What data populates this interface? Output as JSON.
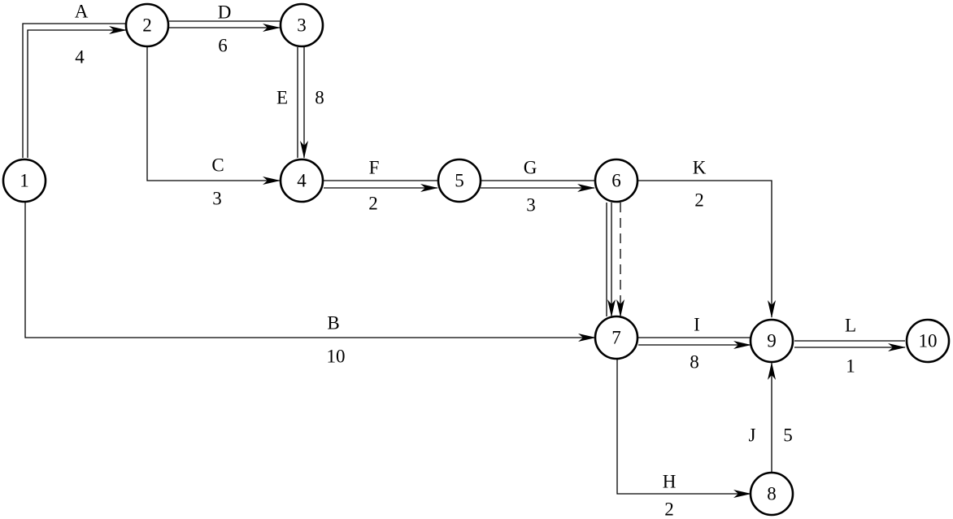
{
  "diagram": {
    "nodes": [
      {
        "id": "1",
        "label": "1"
      },
      {
        "id": "2",
        "label": "2"
      },
      {
        "id": "3",
        "label": "3"
      },
      {
        "id": "4",
        "label": "4"
      },
      {
        "id": "5",
        "label": "5"
      },
      {
        "id": "6",
        "label": "6"
      },
      {
        "id": "7",
        "label": "7"
      },
      {
        "id": "8",
        "label": "8"
      },
      {
        "id": "9",
        "label": "9"
      },
      {
        "id": "10",
        "label": "10"
      }
    ],
    "edges": [
      {
        "id": "A",
        "from": "1",
        "to": "2",
        "activity": "A",
        "duration": "4",
        "critical": true
      },
      {
        "id": "D",
        "from": "2",
        "to": "3",
        "activity": "D",
        "duration": "6",
        "critical": true
      },
      {
        "id": "E",
        "from": "3",
        "to": "4",
        "activity": "E",
        "duration": "8",
        "critical": true
      },
      {
        "id": "C",
        "from": "2",
        "to": "4",
        "activity": "C",
        "duration": "3",
        "critical": false
      },
      {
        "id": "F",
        "from": "4",
        "to": "5",
        "activity": "F",
        "duration": "2",
        "critical": true
      },
      {
        "id": "G",
        "from": "5",
        "to": "6",
        "activity": "G",
        "duration": "3",
        "critical": true
      },
      {
        "id": "K",
        "from": "6",
        "to": "9",
        "activity": "K",
        "duration": "2",
        "critical": false
      },
      {
        "id": "B",
        "from": "1",
        "to": "7",
        "activity": "B",
        "duration": "10",
        "critical": false
      },
      {
        "id": "dummy",
        "from": "6",
        "to": "7",
        "activity": "",
        "duration": "",
        "critical": true,
        "dummy": true
      },
      {
        "id": "I",
        "from": "7",
        "to": "9",
        "activity": "I",
        "duration": "8",
        "critical": true
      },
      {
        "id": "L",
        "from": "9",
        "to": "10",
        "activity": "L",
        "duration": "1",
        "critical": true
      },
      {
        "id": "H",
        "from": "7",
        "to": "8",
        "activity": "H",
        "duration": "2",
        "critical": false
      },
      {
        "id": "J",
        "from": "8",
        "to": "9",
        "activity": "J",
        "duration": "5",
        "critical": false
      }
    ]
  }
}
